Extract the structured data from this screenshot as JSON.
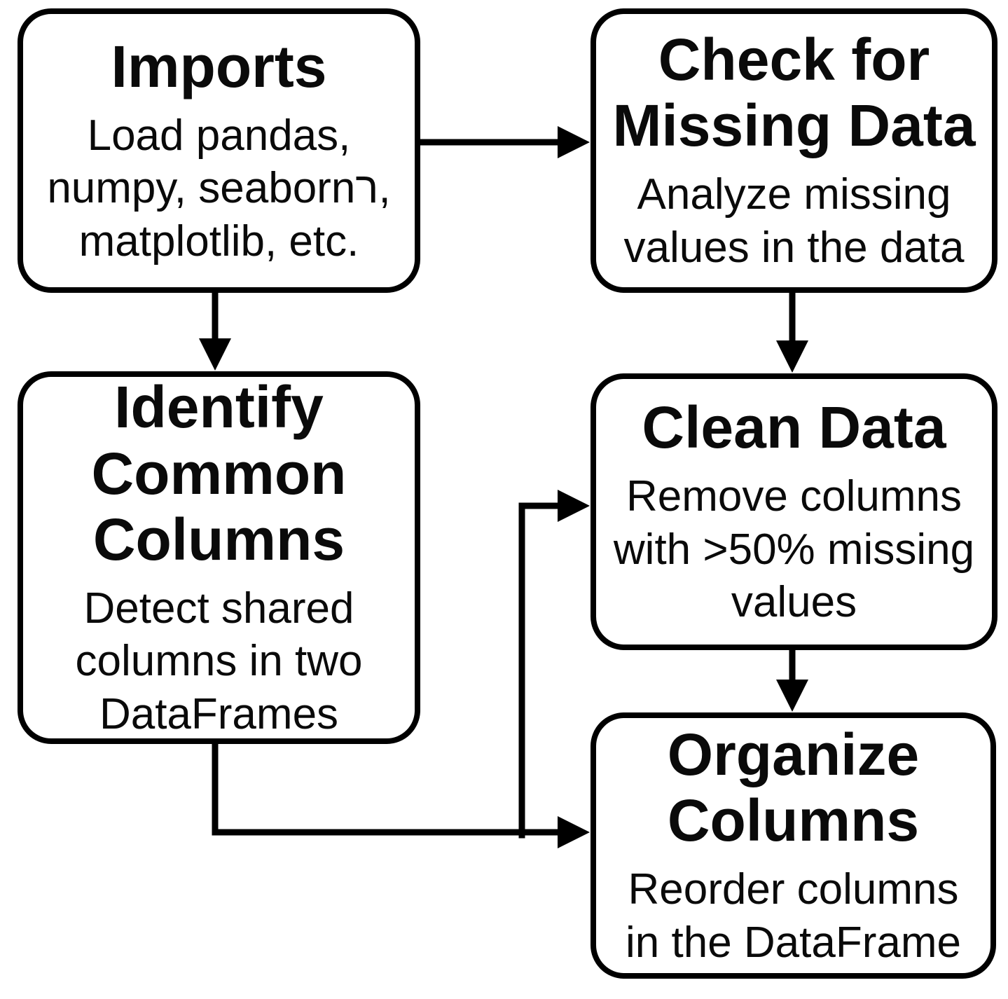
{
  "diagram": {
    "title": "DataFrame preparation flowchart",
    "colors": {
      "line": "#000000",
      "background": "#ffffff",
      "text": "#0a0a0a"
    },
    "nodes": {
      "imports": {
        "title_lines": [
          "Imports"
        ],
        "description_lines": [
          "Load pandas,",
          "numpy, seabornר,",
          "matplotlib, etc."
        ]
      },
      "check_missing": {
        "title_lines": [
          "Check for",
          "Missing Data"
        ],
        "description_lines": [
          "Analyze missing",
          "values in the data"
        ]
      },
      "identify_columns": {
        "title_lines": [
          "Identify",
          "Common",
          "Columns"
        ],
        "description_lines": [
          "Detect shared",
          "columns in two",
          "DataFrames"
        ]
      },
      "clean_data": {
        "title_lines": [
          "Clean Data"
        ],
        "description_lines": [
          "Remove columns",
          "with >50% missing",
          "values"
        ]
      },
      "organize_columns": {
        "title_lines": [
          "Organize",
          "Columns"
        ],
        "description_lines": [
          "Reorder columns",
          "in the DataFrame"
        ]
      }
    },
    "edges": [
      {
        "from": "imports",
        "to": "check_missing"
      },
      {
        "from": "imports",
        "to": "identify_columns"
      },
      {
        "from": "check_missing",
        "to": "clean_data"
      },
      {
        "from": "clean_data",
        "to": "organize_columns"
      },
      {
        "from": "identify_columns",
        "to": "clean_data"
      },
      {
        "from": "identify_columns",
        "to": "organize_columns"
      }
    ]
  }
}
